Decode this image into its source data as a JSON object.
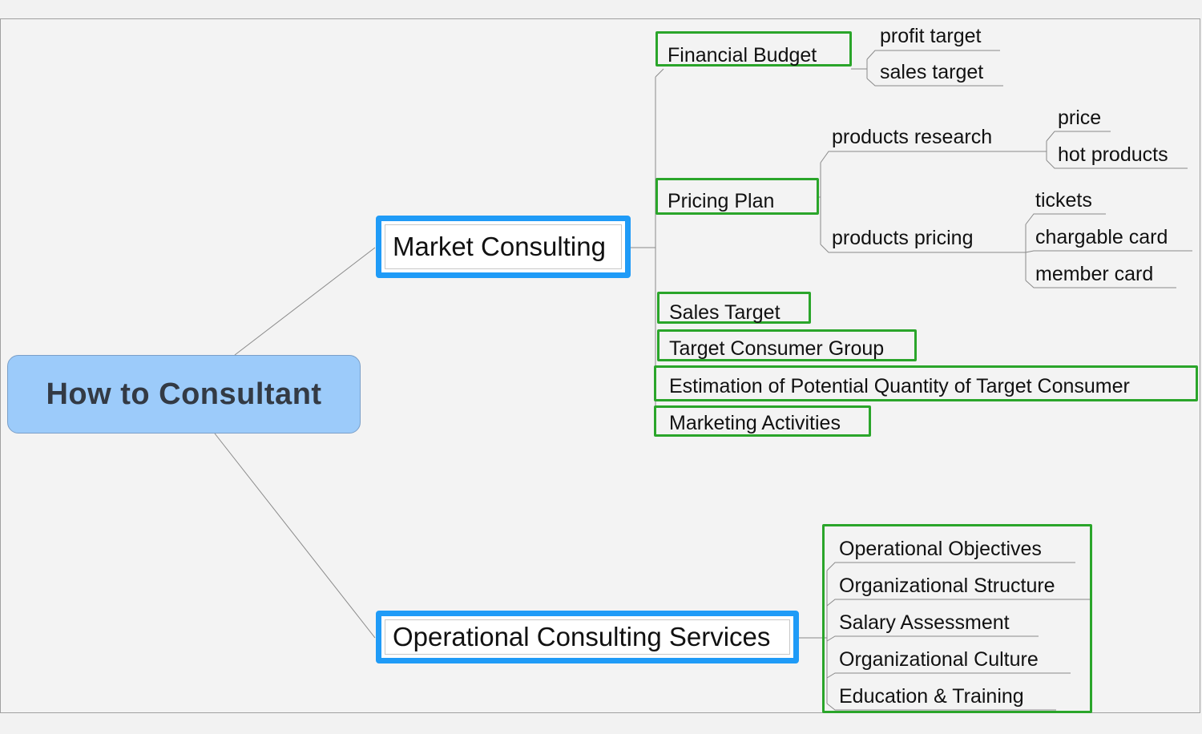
{
  "root": {
    "label": "How to Consultant"
  },
  "market": {
    "label": "Market Consulting",
    "financial": {
      "label": "Financial Budget",
      "children": [
        "profit target",
        "sales target"
      ]
    },
    "pricing": {
      "label": "Pricing Plan",
      "research": {
        "label": "products research",
        "children": [
          "price",
          "hot products"
        ]
      },
      "pricing": {
        "label": "products pricing",
        "children": [
          "tickets",
          "chargable card",
          "member card"
        ]
      }
    },
    "sales_target": "Sales Target",
    "consumer_group": "Target Consumer Group",
    "estimation": "Estimation of Potential Quantity of Target Consumer",
    "marketing": "Marketing Activities"
  },
  "operational": {
    "label": "Operational Consulting Services",
    "children": [
      "Operational Objectives",
      "Organizational Structure",
      "Salary Assessment",
      "Organizational Culture",
      "Education & Training"
    ]
  },
  "colors": {
    "root_fill": "#9ccbfa",
    "main_border": "#1f9bf7",
    "group_border": "#2aa52a",
    "connector": "#8a8a8a"
  }
}
